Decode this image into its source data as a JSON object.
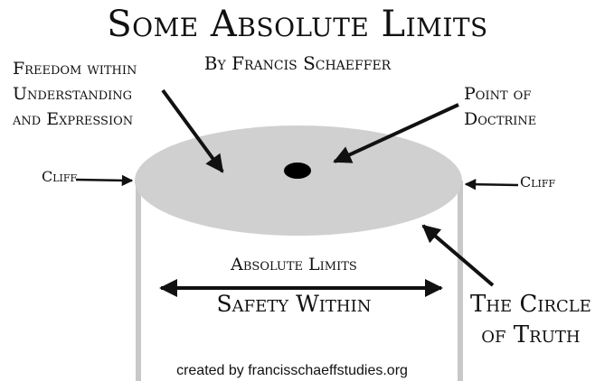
{
  "title": "Some Absolute Limits",
  "subtitle": "By Francis Schaeffer",
  "labels": {
    "freedom_line1": "Freedom within",
    "freedom_line2": "Understanding",
    "freedom_line3": "and Expression",
    "doctrine_line1": "Point of",
    "doctrine_line2": "Doctrine",
    "cliff_left": "Cliff",
    "cliff_right": "Cliff",
    "absolute_limits": "Absolute Limits",
    "safety_within": "Safety Within",
    "circle_line1": "The Circle",
    "circle_line2": "of Truth"
  },
  "credit": "created by francisschaeffstudies.org",
  "colors": {
    "disc_fill": "#d0d0d0",
    "wall": "#c8c8c8",
    "ink": "#111111"
  }
}
